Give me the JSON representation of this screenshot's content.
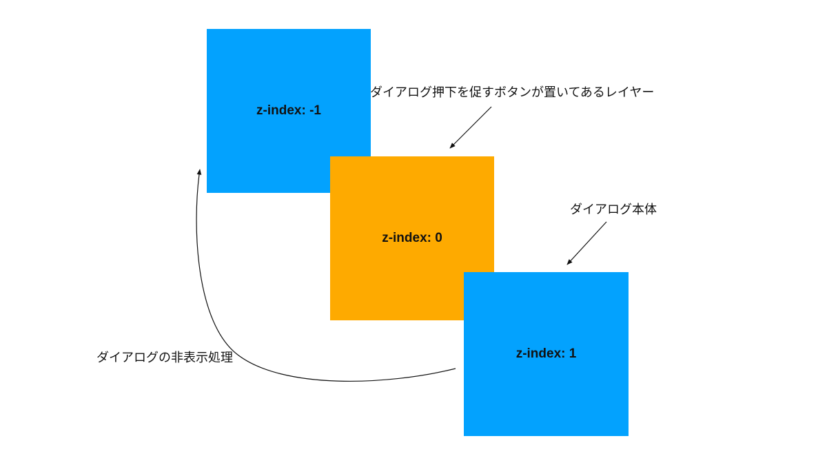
{
  "layers": [
    {
      "label": "z-index: -1",
      "color": "#03A2FE"
    },
    {
      "label": "z-index: 0",
      "color": "#FEAA00"
    },
    {
      "label": "z-index: 1",
      "color": "#03A2FE"
    }
  ],
  "annotations": {
    "button_layer": "ダイアログ押下を促すボタンが置いてあるレイヤー",
    "dialog_body": "ダイアログ本体",
    "hide_process": "ダイアログの非表示処理"
  },
  "colors": {
    "arrow": "#111111",
    "text": "#111111"
  }
}
